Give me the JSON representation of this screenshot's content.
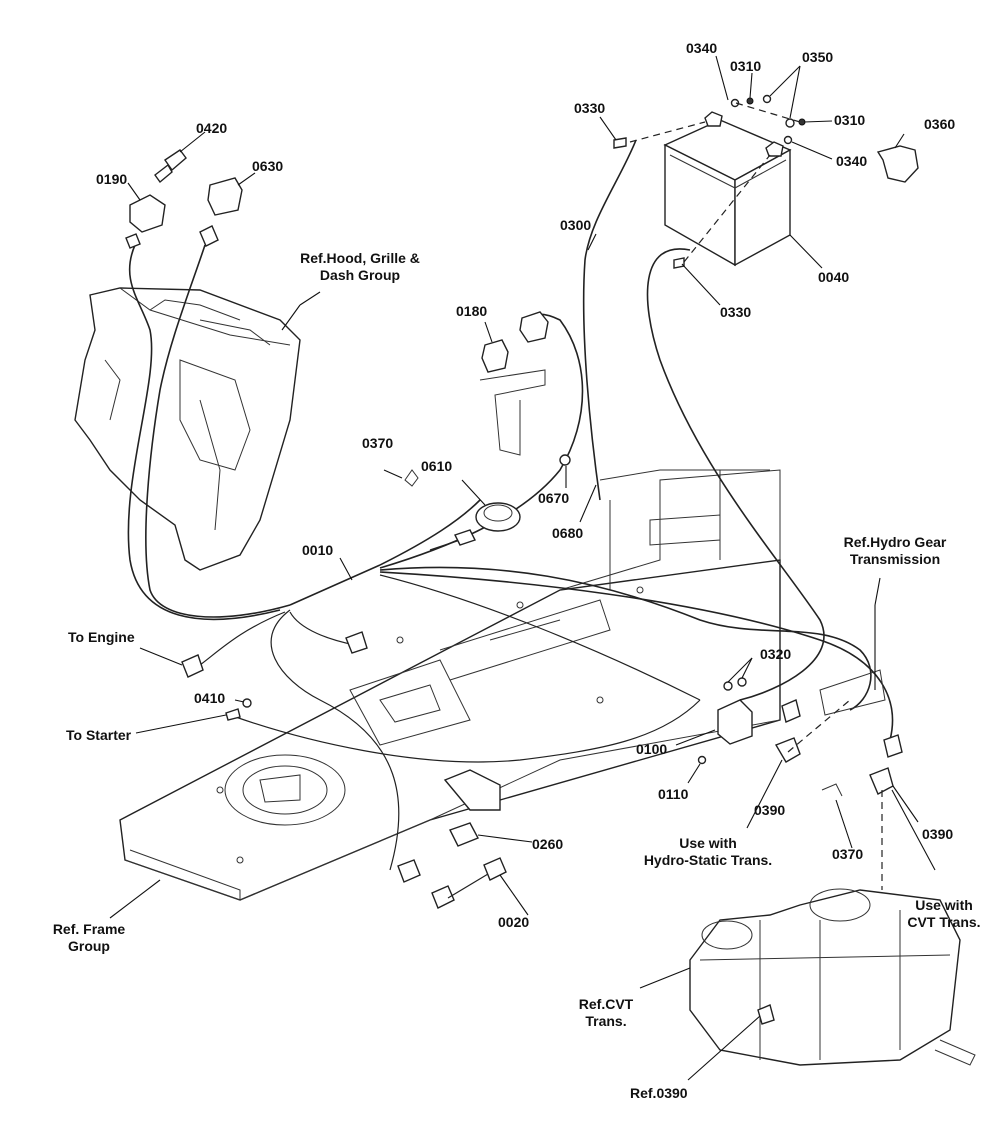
{
  "callouts": {
    "c0420": "0420",
    "c0190": "0190",
    "c0630": "0630",
    "c0340a": "0340",
    "c0310a": "0310",
    "c0350": "0350",
    "c0330a": "0330",
    "c0310b": "0310",
    "c0360": "0360",
    "c0340b": "0340",
    "c0300": "0300",
    "c0040": "0040",
    "c0330b": "0330",
    "c0180": "0180",
    "c0370a": "0370",
    "c0610": "0610",
    "c0670": "0670",
    "c0680": "0680",
    "c0010": "0010",
    "c0320": "0320",
    "c0410": "0410",
    "c0100": "0100",
    "c0110": "0110",
    "c0390a": "0390",
    "c0370b": "0370",
    "c0390b": "0390",
    "c0260": "0260",
    "c0020": "0020"
  },
  "references": {
    "hood_line1": "Ref.Hood, Grille &",
    "hood_line2": "Dash Group",
    "hydro_line1": "Ref.Hydro Gear",
    "hydro_line2": "Transmission",
    "engine": "To Engine",
    "starter": "To Starter",
    "hydrostatic_line1": "Use with",
    "hydrostatic_line2": "Hydro-Static Trans.",
    "cvt_use_line1": "Use with",
    "cvt_use_line2": "CVT Trans.",
    "frame_line1": "Ref. Frame",
    "frame_line2": "Group",
    "cvt_line1": "Ref.CVT",
    "cvt_line2": "Trans.",
    "ref0390": "Ref.0390"
  }
}
